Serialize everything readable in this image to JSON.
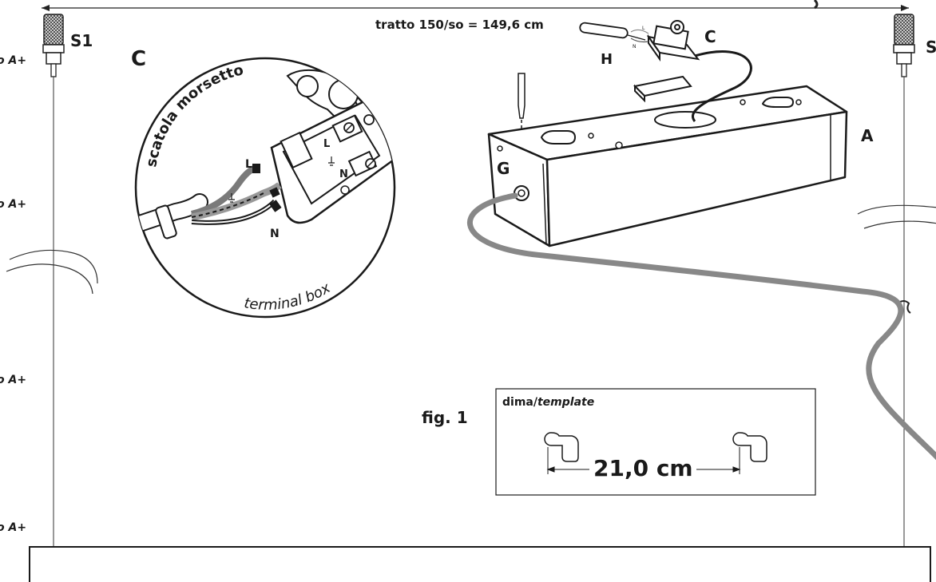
{
  "dimension_label": "tratto 150/so = 149,6 cm",
  "suspension": {
    "left_label": "S1",
    "right_label": "S",
    "side_labels": [
      "o A+",
      "o A+",
      "o A+",
      "o A+"
    ]
  },
  "detail": {
    "title_letter": "C",
    "it_label": "scatola morsetto",
    "en_label": "terminal box",
    "wire_L": "L",
    "wire_N": "N",
    "terminal_L": "L",
    "terminal_N": "N"
  },
  "parts": {
    "A": "A",
    "C": "C",
    "G": "G",
    "H": "H",
    "H_wire_L": "L",
    "H_wire_N": "N"
  },
  "figure": {
    "caption": "fig. 1",
    "template_title_it": "dima/",
    "template_title_en": "template",
    "spacing": "21,0 cm"
  }
}
